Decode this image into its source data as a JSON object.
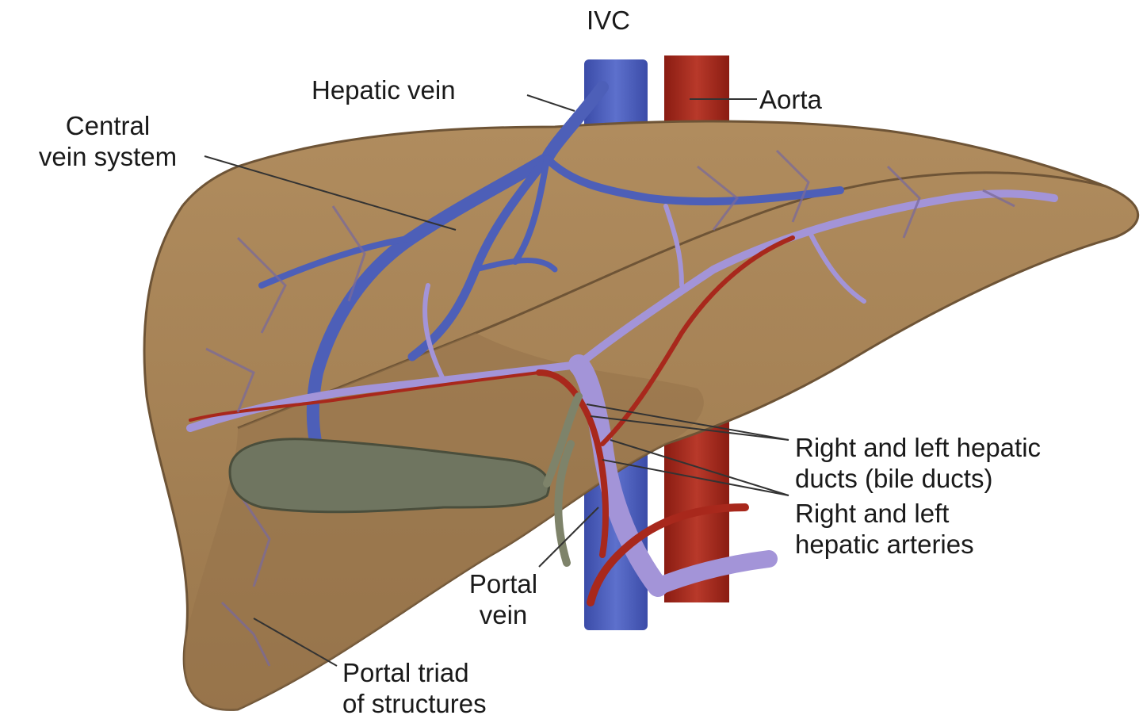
{
  "labels": {
    "ivc": "IVC",
    "hepatic_vein": "Hepatic vein",
    "aorta": "Aorta",
    "central_vein_line1": "Central",
    "central_vein_line2": "vein system",
    "ducts_line1": "Right and left hepatic",
    "ducts_line2": "ducts (bile ducts)",
    "arteries_line1": "Right and left",
    "arteries_line2": "hepatic arteries",
    "portal_vein_line1": "Portal",
    "portal_vein_line2": "vein",
    "triad_line1": "Portal triad",
    "triad_line2": "of structures"
  },
  "colors": {
    "liver": "#a88458",
    "liver_shadow": "#8a6a42",
    "vein_blue": "#4d5fb8",
    "portal_lavender": "#a394d8",
    "artery_red": "#a8281c",
    "gallbladder": "#6f7560",
    "leader_line": "#333333"
  }
}
